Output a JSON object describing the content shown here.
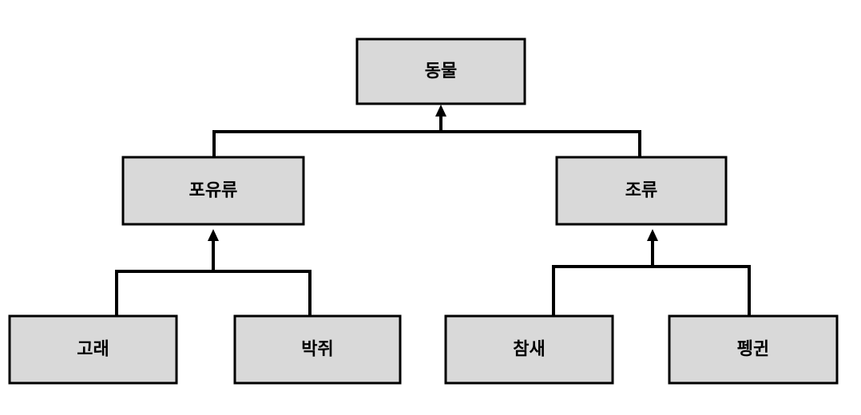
{
  "diagram": {
    "type": "hierarchy",
    "root": {
      "label": "동물"
    },
    "groups": [
      {
        "label": "포유류",
        "children": [
          {
            "label": "고래"
          },
          {
            "label": "박쥐"
          }
        ]
      },
      {
        "label": "조류",
        "children": [
          {
            "label": "참새"
          },
          {
            "label": "펭귄"
          }
        ]
      }
    ]
  },
  "colors": {
    "box_fill": "#d9d9d9",
    "box_stroke": "#000000",
    "line": "#000000"
  }
}
